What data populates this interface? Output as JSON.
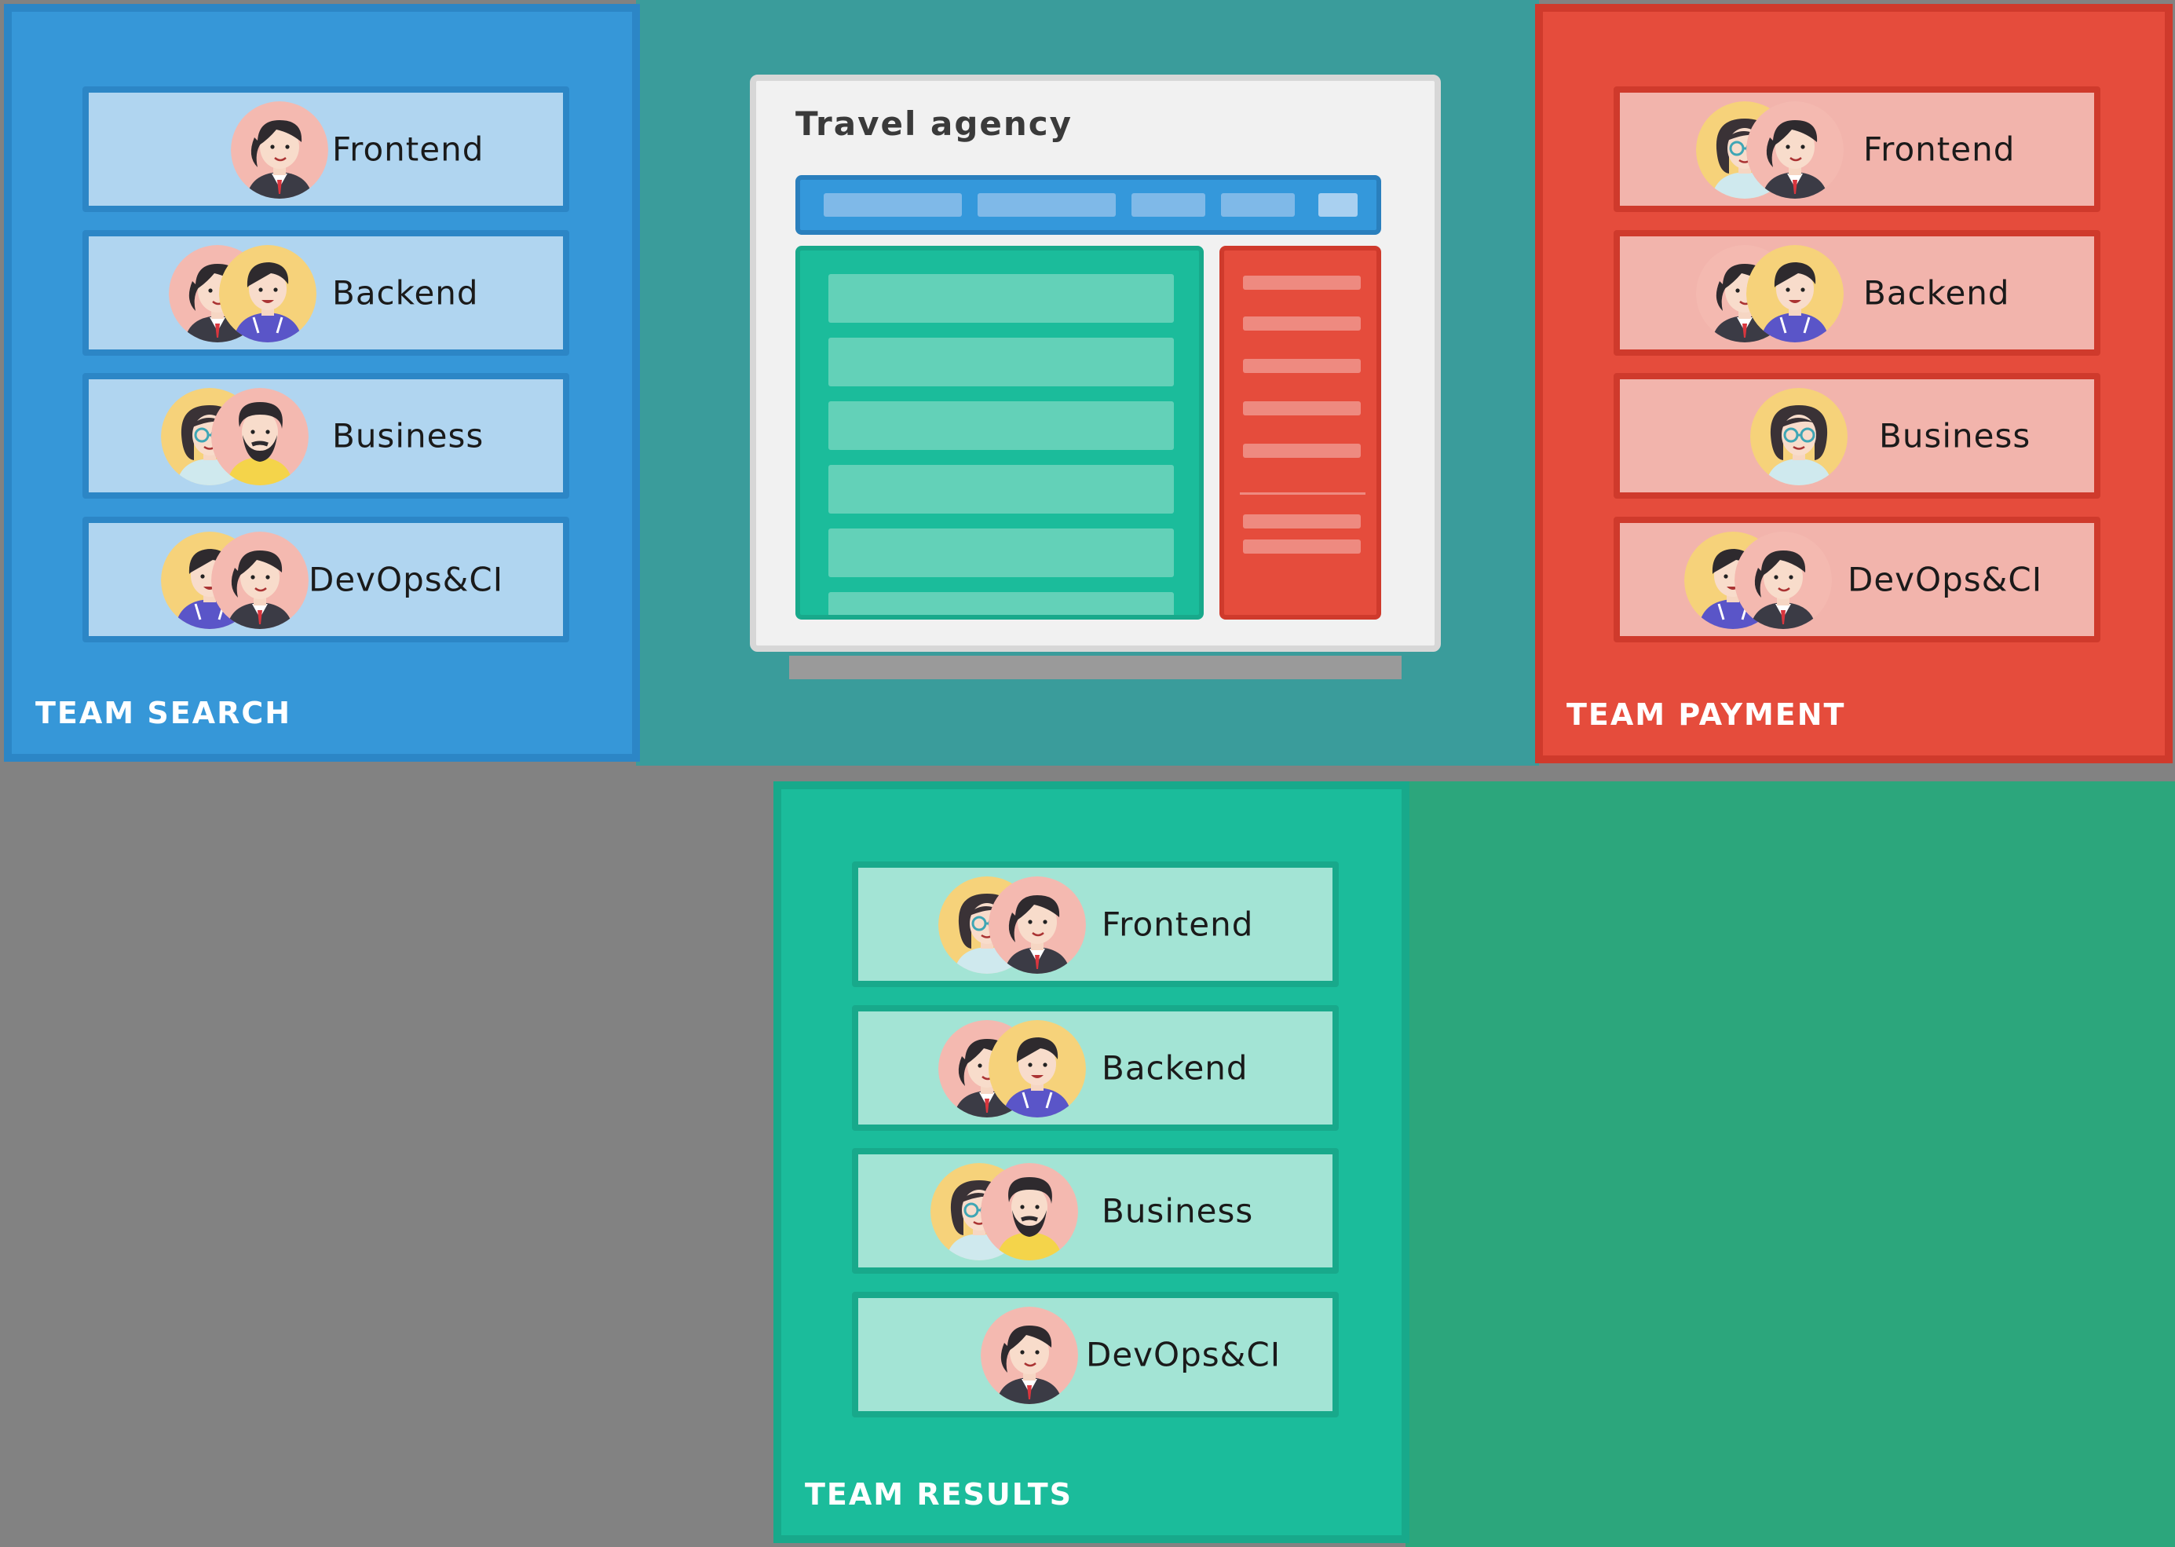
{
  "window": {
    "title": "Travel agency"
  },
  "teams": {
    "search": {
      "name": "TEAM SEARCH",
      "color": "#3697d8",
      "roles": [
        {
          "label": "Frontend",
          "avatars": [
            "woman-ponytail"
          ]
        },
        {
          "label": "Backend",
          "avatars": [
            "woman-ponytail",
            "man-hoodie"
          ]
        },
        {
          "label": "Business",
          "avatars": [
            "woman-glasses",
            "man-beard"
          ]
        },
        {
          "label": "DevOps&CI",
          "avatars": [
            "man-hoodie",
            "woman-ponytail"
          ]
        }
      ]
    },
    "payment": {
      "name": "TEAM PAYMENT",
      "color": "#e54c3c",
      "roles": [
        {
          "label": "Frontend",
          "avatars": [
            "woman-glasses",
            "woman-ponytail"
          ]
        },
        {
          "label": "Backend",
          "avatars": [
            "woman-ponytail",
            "man-hoodie"
          ]
        },
        {
          "label": "Business",
          "avatars": [
            "woman-glasses"
          ]
        },
        {
          "label": "DevOps&CI",
          "avatars": [
            "man-hoodie",
            "woman-ponytail"
          ]
        }
      ]
    },
    "results": {
      "name": "TEAM RESULTS",
      "color": "#1bbc9b",
      "roles": [
        {
          "label": "Frontend",
          "avatars": [
            "woman-glasses",
            "woman-ponytail"
          ]
        },
        {
          "label": "Backend",
          "avatars": [
            "woman-ponytail",
            "man-hoodie"
          ]
        },
        {
          "label": "Business",
          "avatars": [
            "woman-glasses",
            "man-beard"
          ]
        },
        {
          "label": "DevOps&CI",
          "avatars": [
            "woman-ponytail"
          ]
        }
      ]
    }
  }
}
